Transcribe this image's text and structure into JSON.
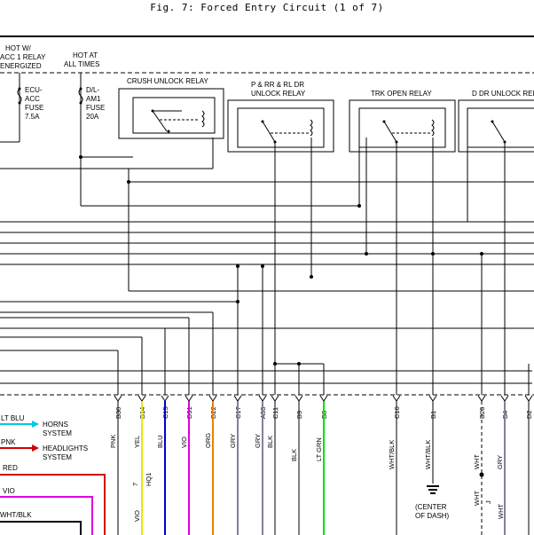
{
  "window": {
    "title": "Fig. 7: Forced Entry Circuit (1 of 7)"
  },
  "power": {
    "left_header": [
      "HOT W/",
      "ACC 1 RELAY",
      "ENERGIZED"
    ],
    "right_header": [
      "HOT AT",
      "ALL TIMES"
    ],
    "fuse1": [
      "ECU-",
      "ACC",
      "FUSE",
      "7.5A"
    ],
    "fuse2": [
      "D/L-",
      "AM1",
      "FUSE",
      "20A"
    ]
  },
  "relays": [
    "CRUSH UNLOCK RELAY",
    [
      "P & RR & RL DR",
      "UNLOCK RELAY"
    ],
    "TRK OPEN RELAY",
    "D DR UNLOCK RELAY"
  ],
  "connector_pins": [
    "B30",
    "B14",
    "C15",
    "D31",
    "D22",
    "C17",
    "A53",
    "C11",
    "B9",
    "B8",
    "C10",
    "B1",
    "B26",
    "B4",
    "D2"
  ],
  "wire_colors": [
    "PNK",
    "YEL",
    "BLU",
    "VIO",
    "ORG",
    "GRY",
    "GRY",
    "BLK",
    "BLK",
    "LT GRN",
    "WHT/BLK",
    "WHT/BLK",
    "WHT",
    "GRY"
  ],
  "left_wires": [
    {
      "label": "LT BLU",
      "dest": [
        "HORNS",
        "SYSTEM"
      ]
    },
    {
      "label": "PNK",
      "dest": [
        "HEADLIGHTS",
        "SYSTEM"
      ]
    },
    {
      "label": "RED"
    },
    {
      "label": "VIO"
    },
    {
      "label": "WHT/BLK"
    }
  ],
  "lower": {
    "hq1": [
      "7",
      "HQ1"
    ],
    "vio": "VIO",
    "ground": [
      "(CENTER",
      "OF DASH)"
    ],
    "wht1": "WHT",
    "wht2": "WHT",
    "lbl_j": "J"
  },
  "colors": {
    "ltblu": "#00c8e0",
    "red": "#d00000",
    "vio": "#e000e0",
    "yel": "#e8e800",
    "blu": "#0000d0",
    "org": "#f08000",
    "grn": "#00e000",
    "gry": "#8080a0"
  }
}
